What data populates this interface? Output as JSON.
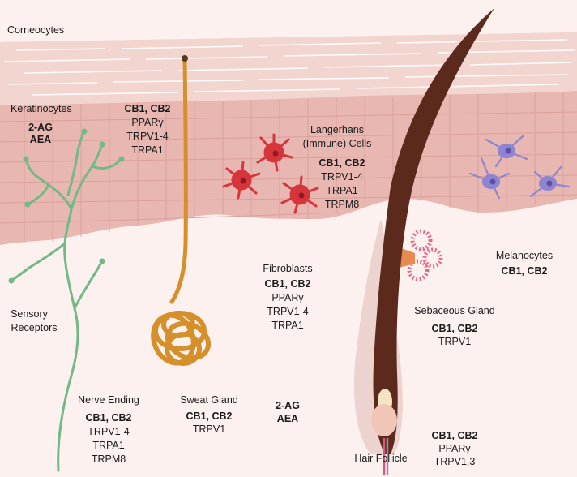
{
  "colors": {
    "background": "#fdf1ef",
    "corneocytes": "#f3d5d0",
    "epidermis": "#e9b7b1",
    "cell_outline": "#d9a19a",
    "nerve": "#72b985",
    "sweat_gland": "#d5902c",
    "hair": "#5b2a1c",
    "langerhans": "#d5353b",
    "melanocyte": "#8f84cf",
    "sebaceous": "#e46a8a"
  },
  "labels": {
    "corneocytes": "Corneocytes",
    "keratinocytes": {
      "title": "Keratinocytes",
      "ligands": [
        "2-AG",
        "AEA"
      ],
      "receptors_bold": "CB1, CB2",
      "receptors": [
        "PPARγ",
        "TRPV1-4",
        "TRPA1"
      ]
    },
    "langerhans": {
      "title": [
        "Langerhans",
        "(Immune) Cells"
      ],
      "receptors_bold": "CB1, CB2",
      "receptors": [
        "TRPV1-4",
        "TRPA1",
        "TRPM8"
      ]
    },
    "melanocytes": {
      "title": "Melanocytes",
      "receptors_bold": "CB1, CB2"
    },
    "fibroblasts": {
      "title": "Fibroblasts",
      "receptors_bold": "CB1, CB2",
      "receptors": [
        "PPARγ",
        "TRPV1-4",
        "TRPA1"
      ]
    },
    "sensory_receptors": [
      "Sensory",
      "Receptors"
    ],
    "sebaceous_gland": {
      "title": "Sebaceous Gland",
      "receptors_bold": "CB1, CB2",
      "receptors": [
        "TRPV1"
      ]
    },
    "nerve_ending": {
      "title": "Nerve Ending",
      "receptors_bold": "CB1, CB2",
      "receptors": [
        "TRPV1-4",
        "TRPA1",
        "TRPM8"
      ]
    },
    "sweat_gland": {
      "title": "Sweat Gland",
      "receptors_bold": "CB1, CB2",
      "receptors": [
        "TRPV1"
      ]
    },
    "dermis_ligands": [
      "2-AG",
      "AEA"
    ],
    "hair_follicle": {
      "title": "Hair Follicle",
      "receptors_bold": "CB1, CB2",
      "receptors": [
        "PPARγ",
        "TRPV1,3"
      ]
    }
  }
}
